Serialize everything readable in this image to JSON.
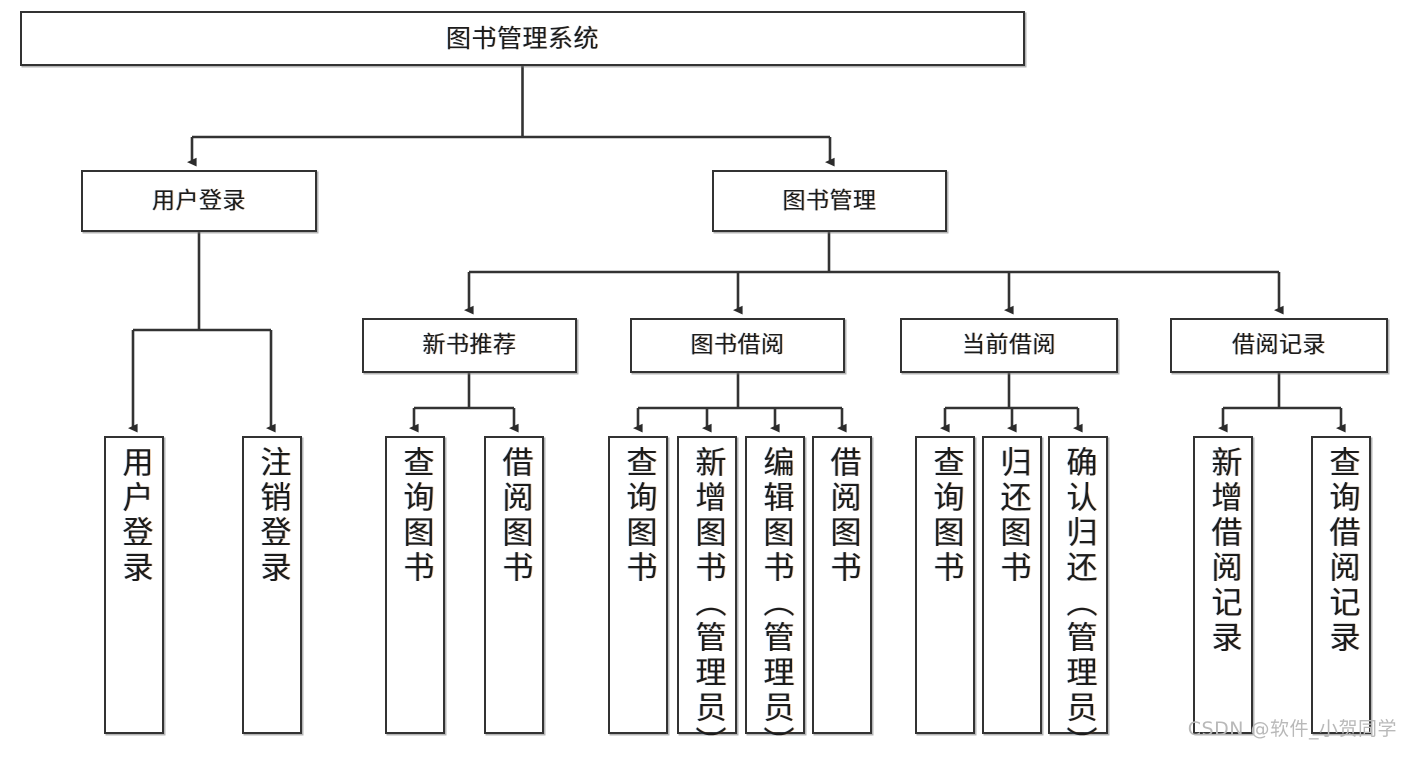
{
  "diagram": {
    "type": "tree",
    "title": "图书管理系统",
    "watermark": "CSDN @软件_小贺同学",
    "colors": {
      "background": "#ffffff",
      "box_border": "#333333",
      "box_fill": "#ffffff",
      "edge": "#333333",
      "text": "#1c1c1c",
      "watermark": "#b9b9b9"
    },
    "nodes": {
      "root": {
        "label": "图书管理系统"
      },
      "level2": [
        {
          "label": "用户登录"
        },
        {
          "label": "图书管理"
        }
      ],
      "level3": [
        {
          "label": "新书推荐"
        },
        {
          "label": "图书借阅"
        },
        {
          "label": "当前借阅"
        },
        {
          "label": "借阅记录"
        }
      ],
      "leaves": {
        "user_login": [
          {
            "label": "用户登录"
          },
          {
            "label": "注销登录"
          }
        ],
        "new_book_recommend": [
          {
            "label": "查询图书"
          },
          {
            "label": "借阅图书"
          }
        ],
        "book_borrow": [
          {
            "label": "查询图书"
          },
          {
            "label": "新增图书（管理员）"
          },
          {
            "label": "编辑图书（管理员）"
          },
          {
            "label": "借阅图书"
          }
        ],
        "current_borrow": [
          {
            "label": "查询图书"
          },
          {
            "label": "归还图书"
          },
          {
            "label": "确认归还（管理员）"
          }
        ],
        "borrow_record": [
          {
            "label": "新增借阅记录"
          },
          {
            "label": "查询借阅记录"
          }
        ]
      }
    }
  }
}
